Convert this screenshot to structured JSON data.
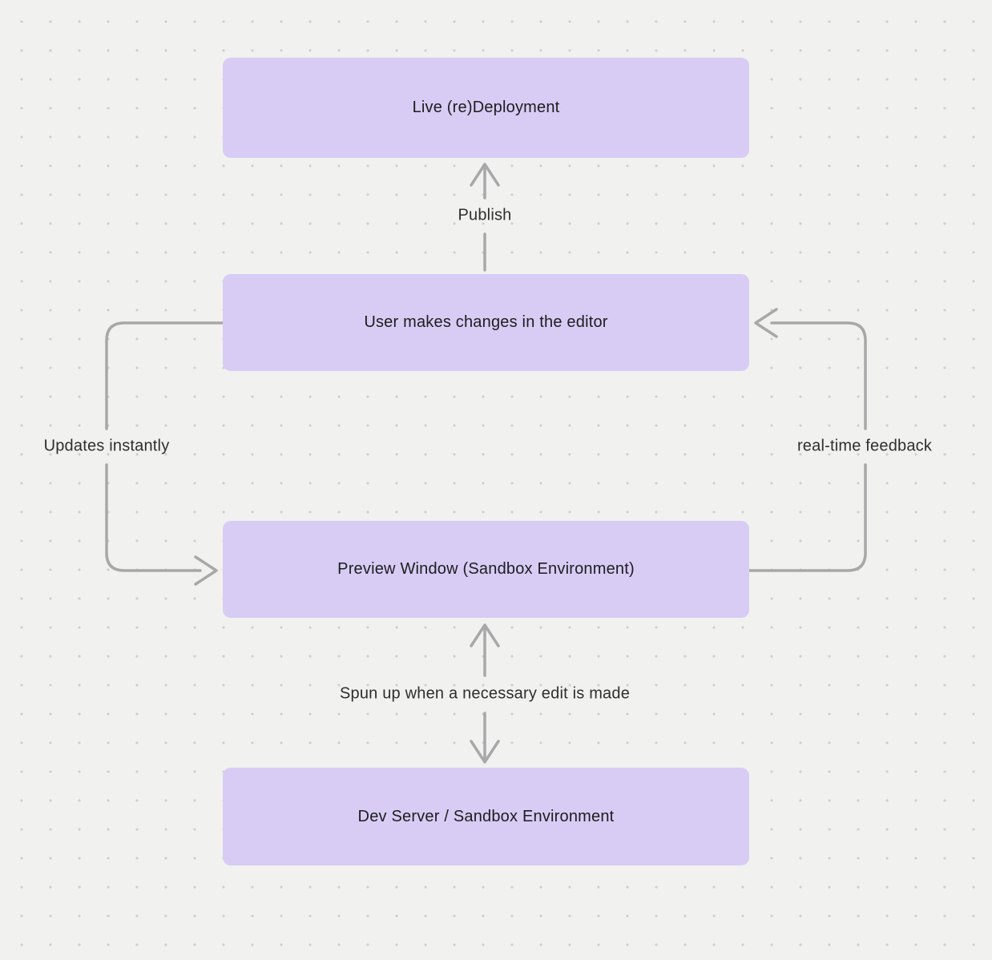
{
  "diagram": {
    "nodes": [
      {
        "label": "Live (re)Deployment"
      },
      {
        "label": "User makes changes in the editor"
      },
      {
        "label": "Preview Window (Sandbox Environment)"
      },
      {
        "label": "Dev Server / Sandbox Environment"
      }
    ],
    "edges": [
      {
        "label": "Publish",
        "from": "User makes changes in the editor",
        "to": "Live (re)Deployment",
        "direction": "up"
      },
      {
        "label": "Updates instantly",
        "from": "User makes changes in the editor",
        "to": "Preview Window (Sandbox Environment)",
        "direction": "down-left-side"
      },
      {
        "label": "real-time feedback",
        "from": "Preview Window (Sandbox Environment)",
        "to": "User makes changes in the editor",
        "direction": "up-right-side"
      },
      {
        "label": "Spun up when a necessary edit is made",
        "from": "Dev Server / Sandbox Environment",
        "to": "Preview Window (Sandbox Environment)",
        "direction": "bidirectional"
      }
    ],
    "colors": {
      "background": "#f1f1ef",
      "grid_dot": "#cfcfcd",
      "node_fill": "#d8ccf4",
      "node_text": "#1d1d1f",
      "edge_stroke": "#a8a8a8",
      "edge_label_text": "#2e2e2e"
    }
  }
}
